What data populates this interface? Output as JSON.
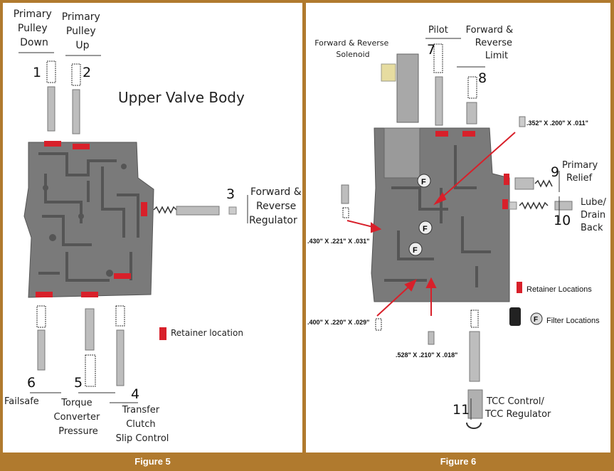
{
  "figure5": {
    "caption": "Figure 5",
    "title": "Upper Valve Body",
    "legend": "Retainer location",
    "labels": {
      "primary_pulley_down": [
        "Primary",
        "Pulley",
        "Down"
      ],
      "primary_pulley_up": [
        "Primary",
        "Pulley",
        "Up"
      ],
      "fwd_rev_regulator": [
        "Forward &",
        "Reverse",
        "Regulator"
      ],
      "failsafe": [
        "Failsafe"
      ],
      "torque_converter_pressure": [
        "Torque",
        "Converter",
        "Pressure"
      ],
      "transfer_clutch": [
        "Transfer",
        "Clutch",
        "Slip Control"
      ]
    },
    "numbers": [
      "1",
      "2",
      "3",
      "4",
      "5",
      "6"
    ]
  },
  "figure6": {
    "caption": "Figure 6",
    "labels": {
      "fwd_rev_solenoid": [
        "Forward & Reverse",
        "Solenoid"
      ],
      "pilot": [
        "Pilot"
      ],
      "fwd_rev_limit": [
        "Forward &",
        "Reverse",
        "Limit"
      ],
      "primary_relief": [
        "Primary",
        "Relief"
      ],
      "lube_drain_back": [
        "Lube/",
        "Drain",
        "Back"
      ],
      "tcc_control": [
        "TCC Control/",
        "TCC Regulator"
      ]
    },
    "numbers": [
      "7",
      "8",
      "9",
      "10",
      "11"
    ],
    "dimensions": {
      "d1": ".352\" X .200\" X .011\"",
      "d2": ".430\" X .221\" X .031\"",
      "d3": ".400\" X .220\" X .029\"",
      "d4": ".528\" X .210\" X .018\""
    },
    "filter_letter": "F",
    "legend_retainer": "Retainer Locations",
    "legend_filter": "Filter Locations"
  },
  "colors": {
    "frame": "#b07a2e",
    "retainer": "#d8202a",
    "body": "#7a7a7a"
  }
}
